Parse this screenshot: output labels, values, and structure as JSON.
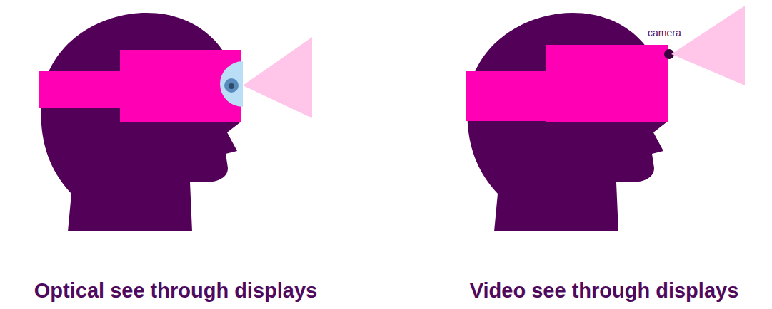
{
  "diagram": {
    "labels": [
      "camera",
      "Optical see through displays",
      "Video see through displays"
    ]
  }
}
